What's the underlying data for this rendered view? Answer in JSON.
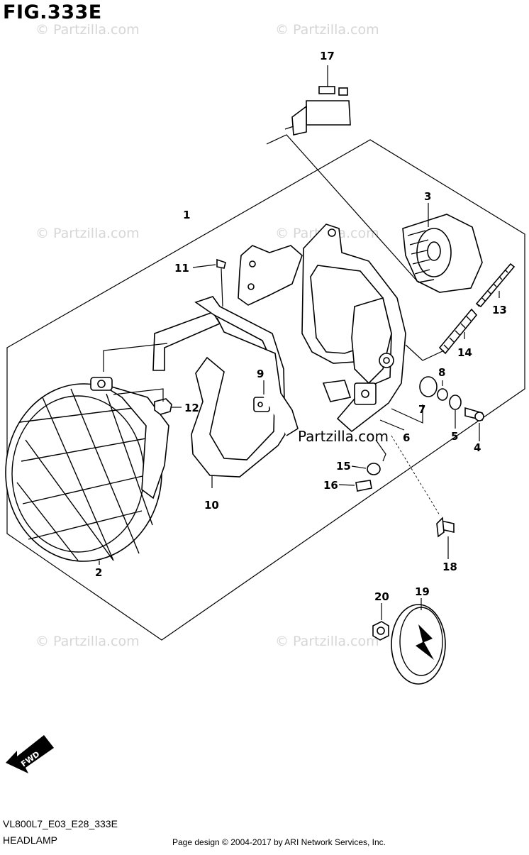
{
  "figure": {
    "title": "FIG.333E",
    "code": "VL800L7_E03_E28_333E",
    "section": "HEADLAMP",
    "copyright": "Page design © 2004-2017 by ARI Network Services, Inc.",
    "direction_label": "FWD",
    "watermark": "© Partzilla.com",
    "watermark_center": "Partzilla.com"
  },
  "callouts": [
    "1",
    "2",
    "3",
    "4",
    "5",
    "6",
    "7",
    "8",
    "9",
    "10",
    "11",
    "12",
    "13",
    "14",
    "15",
    "16",
    "17",
    "18",
    "19",
    "20"
  ]
}
